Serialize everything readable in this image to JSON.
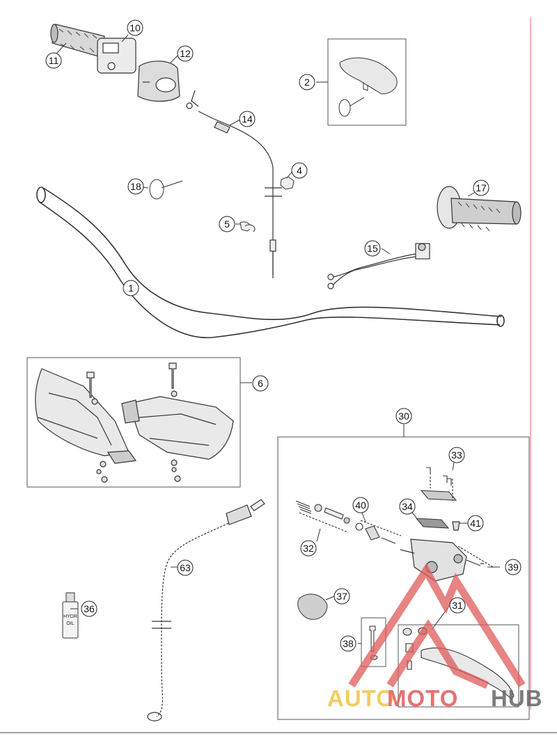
{
  "callouts": [
    {
      "id": "c1",
      "text": "1"
    },
    {
      "id": "c2",
      "text": "2"
    },
    {
      "id": "c4",
      "text": "4"
    },
    {
      "id": "c5",
      "text": "5"
    },
    {
      "id": "c6",
      "text": "6"
    },
    {
      "id": "c10",
      "text": "10"
    },
    {
      "id": "c11",
      "text": "11"
    },
    {
      "id": "c12",
      "text": "12"
    },
    {
      "id": "c14",
      "text": "14"
    },
    {
      "id": "c15",
      "text": "15"
    },
    {
      "id": "c17",
      "text": "17"
    },
    {
      "id": "c18",
      "text": "18"
    },
    {
      "id": "c30",
      "text": "30"
    },
    {
      "id": "c31",
      "text": "31"
    },
    {
      "id": "c32",
      "text": "32"
    },
    {
      "id": "c33",
      "text": "33"
    },
    {
      "id": "c34",
      "text": "34"
    },
    {
      "id": "c36",
      "text": "36"
    },
    {
      "id": "c37",
      "text": "37"
    },
    {
      "id": "c38",
      "text": "38"
    },
    {
      "id": "c39",
      "text": "39"
    },
    {
      "id": "c40",
      "text": "40"
    },
    {
      "id": "c41",
      "text": "41"
    },
    {
      "id": "c63",
      "text": "63"
    }
  ],
  "oil_bottle": {
    "line1": "HYDR",
    "line2": "OIL"
  },
  "watermark": {
    "part1": "AUTO",
    "part2": "MOTO",
    "part3": "HUB",
    "logo_color": "#e05a5a"
  },
  "colors": {
    "line": "#333333",
    "border_red": "#e86a6a"
  }
}
